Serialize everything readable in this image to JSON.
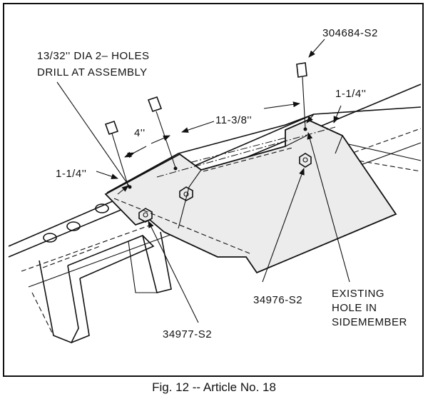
{
  "labels": {
    "holes_line1": "13/32'' DIA  2– HOLES",
    "holes_line2": "DRILL AT ASSEMBLY",
    "part_bolt": "304684-S2",
    "dim_4": "4''",
    "dim_11_3_8": "11-3/8''",
    "dim_left_1_1_4": "1-1/4''",
    "dim_right_1_1_4": "1-1/4''",
    "part_nut_mid": "34976-S2",
    "part_nut_left": "34977-S2",
    "existing_line1": "EXISTING",
    "existing_line2": "HOLE IN",
    "existing_line3": "SIDEMEMBER"
  },
  "caption": "Fig. 12 -- Article No. 18",
  "colors": {
    "ink": "#111111",
    "plate_fill": "#ececec",
    "background": "#ffffff"
  },
  "icons": [
    "bolt-icon",
    "nut-icon",
    "dimension-arrow-icon"
  ]
}
